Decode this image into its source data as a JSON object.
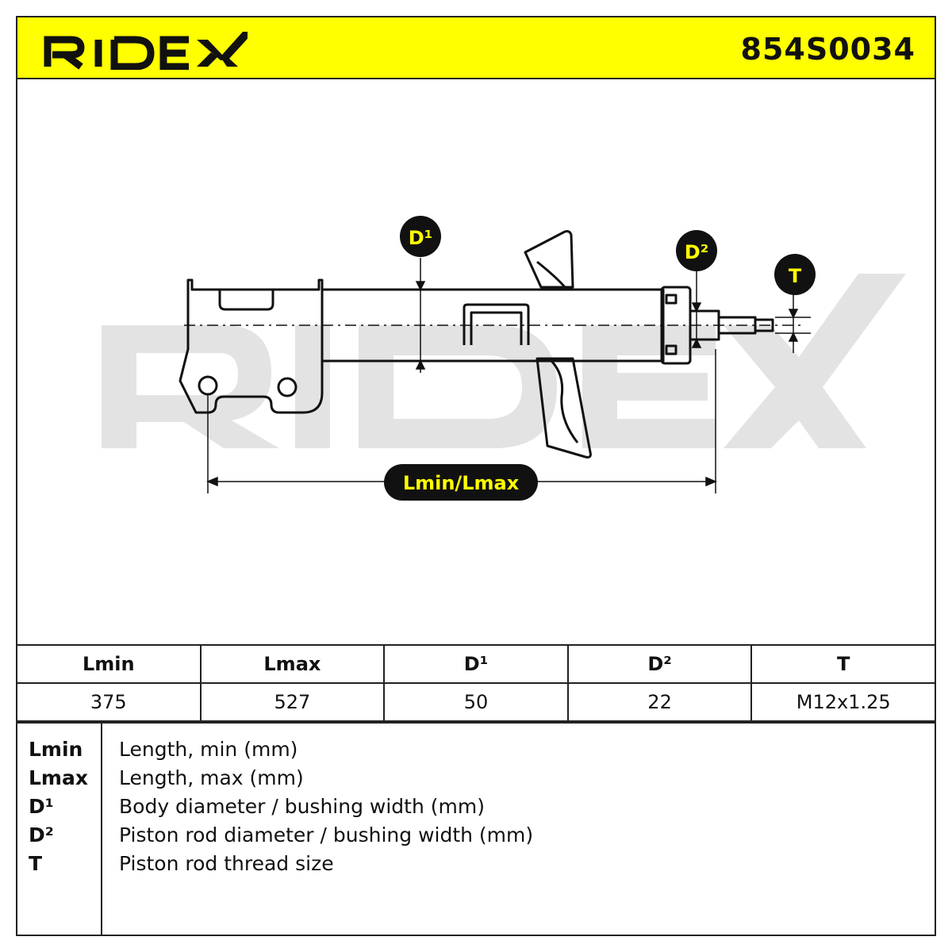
{
  "header": {
    "brand": "RIDEX",
    "part_number": "854S0034",
    "background_color": "#ffff00"
  },
  "drawing": {
    "watermark": "RIDEX",
    "labels": {
      "d1": "D¹",
      "d2": "D²",
      "t": "T",
      "length": "Lmin/Lmax"
    },
    "badge_color": "#111111",
    "badge_text_color": "#ffff00"
  },
  "spec_table": {
    "headers": [
      "Lmin",
      "Lmax",
      "D¹",
      "D²",
      "T"
    ],
    "values": [
      "375",
      "527",
      "50",
      "22",
      "M12x1.25"
    ]
  },
  "legend": {
    "items": [
      {
        "key": "Lmin",
        "desc": "Length, min (mm)"
      },
      {
        "key": "Lmax",
        "desc": "Length, max (mm)"
      },
      {
        "key": "D¹",
        "desc": "Body diameter / bushing width (mm)"
      },
      {
        "key": "D²",
        "desc": "Piston rod diameter / bushing width (mm)"
      },
      {
        "key": "T",
        "desc": "Piston rod thread size"
      }
    ]
  }
}
